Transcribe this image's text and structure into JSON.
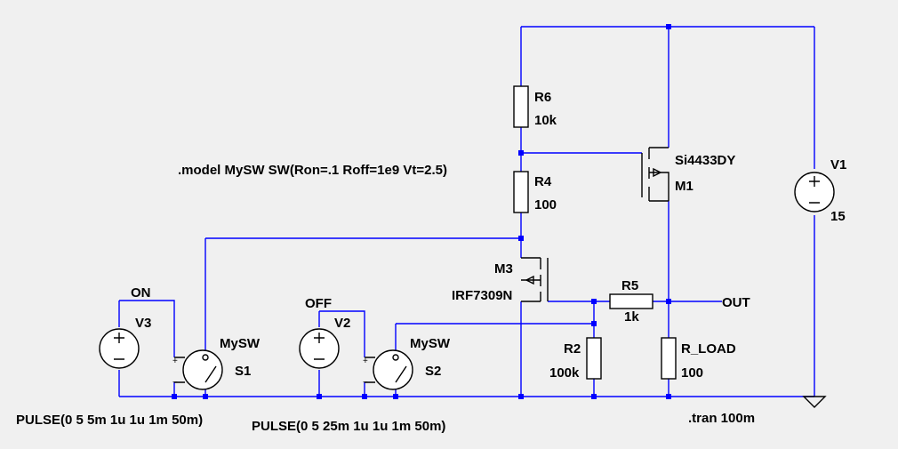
{
  "directives": {
    "model": ".model MySW SW(Ron=.1 Roff=1e9 Vt=2.5)",
    "tran": ".tran 100m"
  },
  "components": {
    "r6": {
      "ref": "R6",
      "value": "10k"
    },
    "r4": {
      "ref": "R4",
      "value": "100"
    },
    "r5": {
      "ref": "R5",
      "value": "1k"
    },
    "r2": {
      "ref": "R2",
      "value": "100k"
    },
    "rload": {
      "ref": "R_LOAD",
      "value": "100"
    },
    "m1": {
      "ref": "M1",
      "model": "Si4433DY"
    },
    "m3": {
      "ref": "M3",
      "model": "IRF7309N"
    },
    "v1": {
      "ref": "V1",
      "value": "15"
    },
    "v2": {
      "ref": "V2",
      "value": "PULSE(0 5 25m 1u 1u 1m 50m)"
    },
    "v3": {
      "ref": "V3",
      "value": "PULSE(0 5 5m 1u 1u 1m 50m)"
    },
    "s1": {
      "ref": "S1",
      "model": "MySW"
    },
    "s2": {
      "ref": "S2",
      "model": "MySW"
    }
  },
  "net_labels": {
    "out": "OUT",
    "on": "ON",
    "off": "OFF"
  },
  "polarity": {
    "plus": "+",
    "minus": "−"
  }
}
